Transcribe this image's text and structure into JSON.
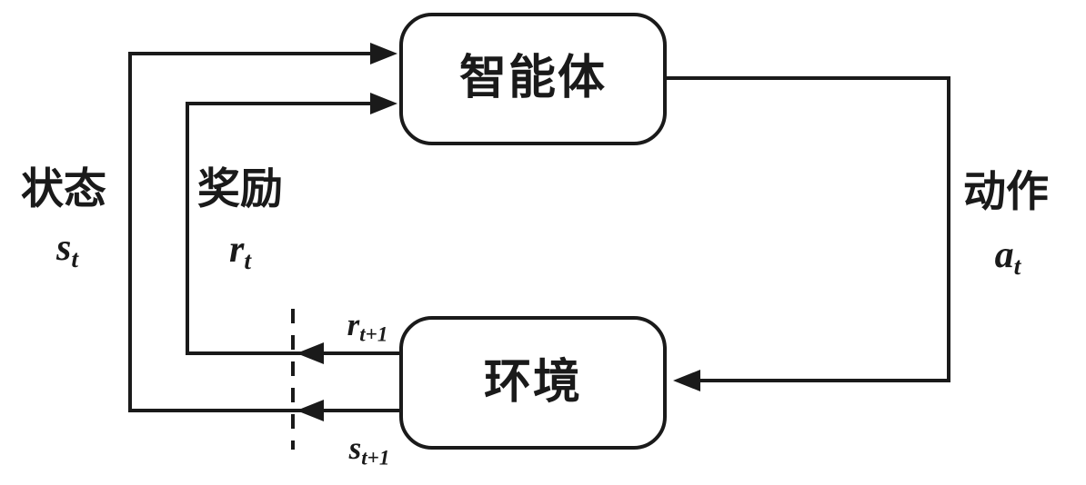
{
  "diagram": {
    "type": "reinforcement-learning-loop",
    "colors": {
      "line": "#1a1a1a",
      "background": "#ffffff"
    },
    "nodes": {
      "agent": {
        "label": "智能体"
      },
      "environment": {
        "label": "环境"
      }
    },
    "edges": {
      "state": {
        "label": "状态",
        "symbol": {
          "base": "s",
          "sub": "t"
        }
      },
      "reward": {
        "label": "奖励",
        "symbol": {
          "base": "r",
          "sub": "t"
        }
      },
      "action": {
        "label": "动作",
        "symbol": {
          "base": "a",
          "sub": "t"
        }
      },
      "next_reward": {
        "symbol": {
          "base": "r",
          "sub": "t+1"
        }
      },
      "next_state": {
        "symbol": {
          "base": "s",
          "sub": "t+1"
        }
      }
    }
  }
}
